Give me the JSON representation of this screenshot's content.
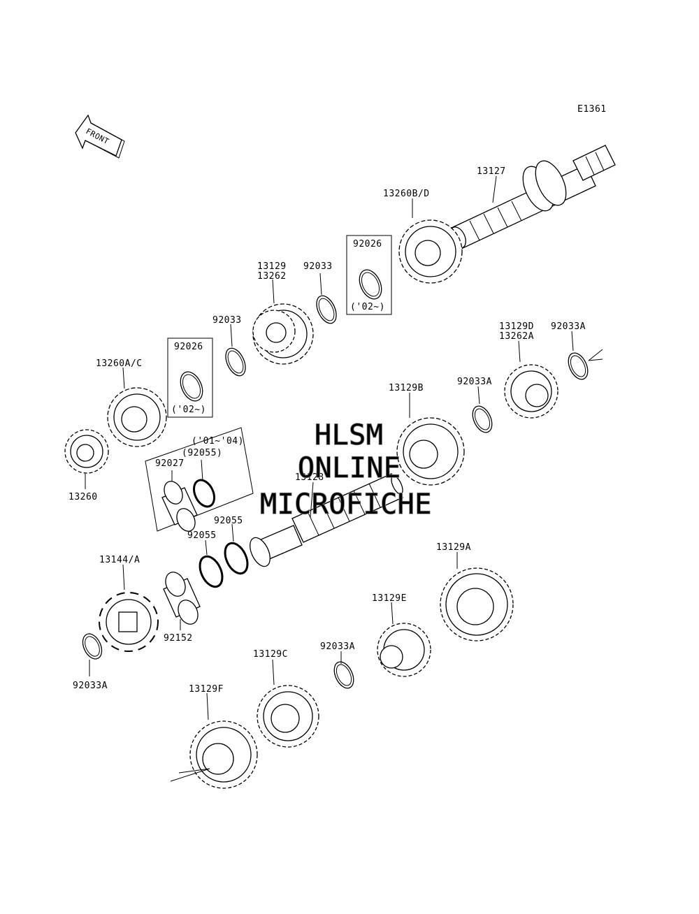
{
  "diagram": {
    "code": "E1361",
    "front_label": "FRONT",
    "watermark": [
      "HLSM",
      "ONLINE",
      "MICROFICHE"
    ],
    "labels": {
      "p13127": "13127",
      "p13260bd": "13260B/D",
      "p92026_top": "92026",
      "note02_top": "('02~)",
      "p13129": "13129",
      "p13262": "13262",
      "p92033_a": "92033",
      "p92033_b": "92033",
      "p92026_mid": "92026",
      "note02_mid": "('02~)",
      "p13260ac": "13260A/C",
      "p13260": "13260",
      "note0104": "('01~'04)",
      "p92055_paren": "(92055)",
      "p92027": "92027",
      "p13129d": "13129D",
      "p13262a": "13262A",
      "p92033a_top": "92033A",
      "p92033a_mid": "92033A",
      "p13129b": "13129B",
      "p13128": "13128",
      "p92055_a": "92055",
      "p92055_b": "92055",
      "p13144a": "13144/A",
      "p92152": "92152",
      "p92033a_left": "92033A",
      "p13129a": "13129A",
      "p13129e": "13129E",
      "p92033a_low": "92033A",
      "p13129c": "13129C",
      "p13129f": "13129F"
    }
  }
}
